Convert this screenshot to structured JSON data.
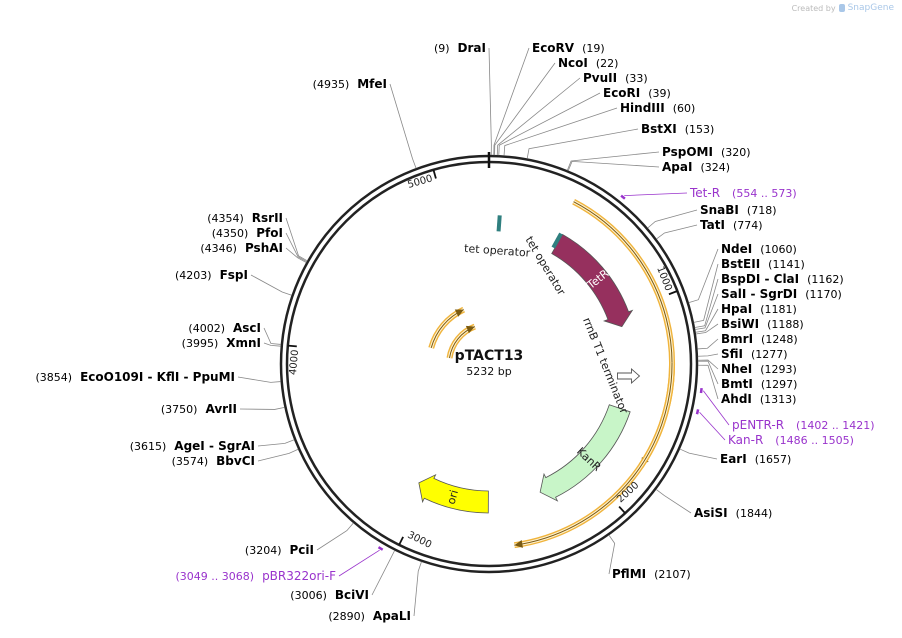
{
  "credit": {
    "prefix": "Created by",
    "brand": "SnapGene"
  },
  "plasmid": {
    "name": "pTACT13",
    "length_label": "5232 bp",
    "length": 5232
  },
  "ticks": [
    {
      "pos": 1000,
      "label": "1000"
    },
    {
      "pos": 2000,
      "label": "2000"
    },
    {
      "pos": 3000,
      "label": "3000"
    },
    {
      "pos": 4000,
      "label": "4000"
    },
    {
      "pos": 5000,
      "label": "5000"
    }
  ],
  "sites": [
    {
      "pos": 9,
      "enzyme": "DraI",
      "label": "(9)",
      "side": "left"
    },
    {
      "pos": 19,
      "enzyme": "EcoRV",
      "label": "(19)",
      "side": "right"
    },
    {
      "pos": 22,
      "enzyme": "NcoI",
      "label": "(22)",
      "side": "right"
    },
    {
      "pos": 33,
      "enzyme": "PvuII",
      "label": "(33)",
      "side": "right"
    },
    {
      "pos": 39,
      "enzyme": "EcoRI",
      "label": "(39)",
      "side": "right"
    },
    {
      "pos": 60,
      "enzyme": "HindIII",
      "label": "(60)",
      "side": "right"
    },
    {
      "pos": 153,
      "enzyme": "BstXI",
      "label": "(153)",
      "side": "right"
    },
    {
      "pos": 320,
      "enzyme": "PspOMI",
      "label": "(320)",
      "side": "right"
    },
    {
      "pos": 324,
      "enzyme": "ApaI",
      "label": "(324)",
      "side": "right"
    },
    {
      "pos": 718,
      "enzyme": "SnaBI",
      "label": "(718)",
      "side": "right"
    },
    {
      "pos": 774,
      "enzyme": "TatI",
      "label": "(774)",
      "side": "right"
    },
    {
      "pos": 1060,
      "enzyme": "NdeI",
      "label": "(1060)",
      "side": "right"
    },
    {
      "pos": 1141,
      "enzyme": "BstEII",
      "label": "(1141)",
      "side": "right"
    },
    {
      "pos": 1162,
      "enzyme": "BspDI - ClaI",
      "label": "(1162)",
      "side": "right"
    },
    {
      "pos": 1170,
      "enzyme": "SalI - SgrDI",
      "label": "(1170)",
      "side": "right"
    },
    {
      "pos": 1181,
      "enzyme": "HpaI",
      "label": "(1181)",
      "side": "right"
    },
    {
      "pos": 1188,
      "enzyme": "BsiWI",
      "label": "(1188)",
      "side": "right"
    },
    {
      "pos": 1248,
      "enzyme": "BmrI",
      "label": "(1248)",
      "side": "right"
    },
    {
      "pos": 1277,
      "enzyme": "SfiI",
      "label": "(1277)",
      "side": "right"
    },
    {
      "pos": 1293,
      "enzyme": "NheI",
      "label": "(1293)",
      "side": "right"
    },
    {
      "pos": 1297,
      "enzyme": "BmtI",
      "label": "(1297)",
      "side": "right"
    },
    {
      "pos": 1313,
      "enzyme": "AhdI",
      "label": "(1313)",
      "side": "right"
    },
    {
      "pos": 1657,
      "enzyme": "EarI",
      "label": "(1657)",
      "side": "right"
    },
    {
      "pos": 1844,
      "enzyme": "AsiSI",
      "label": "(1844)",
      "side": "right"
    },
    {
      "pos": 2107,
      "enzyme": "PflMI",
      "label": "(2107)",
      "side": "right"
    },
    {
      "pos": 2890,
      "enzyme": "ApaLI",
      "label": "(2890)",
      "side": "left"
    },
    {
      "pos": 3006,
      "enzyme": "BciVI",
      "label": "(3006)",
      "side": "left"
    },
    {
      "pos": 3204,
      "enzyme": "PciI",
      "label": "(3204)",
      "side": "left"
    },
    {
      "pos": 3574,
      "enzyme": "BbvCI",
      "label": "(3574)",
      "side": "left"
    },
    {
      "pos": 3615,
      "enzyme": "AgeI - SgrAI",
      "label": "(3615)",
      "side": "left"
    },
    {
      "pos": 3750,
      "enzyme": "AvrII",
      "label": "(3750)",
      "side": "left"
    },
    {
      "pos": 3854,
      "enzyme": "EcoO109I - KflI - PpuMI",
      "label": "(3854)",
      "side": "left"
    },
    {
      "pos": 3995,
      "enzyme": "XmnI",
      "label": "(3995)",
      "side": "left"
    },
    {
      "pos": 4002,
      "enzyme": "AscI",
      "label": "(4002)",
      "side": "left"
    },
    {
      "pos": 4203,
      "enzyme": "FspI",
      "label": "(4203)",
      "side": "left"
    },
    {
      "pos": 4346,
      "enzyme": "PshAI",
      "label": "(4346)",
      "side": "left"
    },
    {
      "pos": 4350,
      "enzyme": "PfoI",
      "label": "(4350)",
      "side": "left"
    },
    {
      "pos": 4354,
      "enzyme": "RsrII",
      "label": "(4354)",
      "side": "left"
    },
    {
      "pos": 4935,
      "enzyme": "MfeI",
      "label": "(4935)",
      "side": "left"
    }
  ],
  "primers": [
    {
      "start": 554,
      "end": 573,
      "name": "Tet-R",
      "range": "(554 .. 573)"
    },
    {
      "start": 1402,
      "end": 1421,
      "name": "pENTR-R",
      "range": "(1402 .. 1421)"
    },
    {
      "start": 1486,
      "end": 1505,
      "name": "Kan-R",
      "range": "(1486 .. 1505)"
    },
    {
      "start": 3049,
      "end": 3068,
      "name": "pBR322ori-F",
      "range": "(3049 .. 3068)"
    }
  ],
  "features": [
    {
      "name": "TetR",
      "start": 430,
      "end": 1080,
      "color": "#96305e",
      "label_color": "#ffffff"
    },
    {
      "name": "KanR",
      "start": 1580,
      "end": 2300,
      "color": "#c8f5c8",
      "label_color": "#222222"
    },
    {
      "name": "ori",
      "start": 2620,
      "end": 3060,
      "color": "#ffff00",
      "label_color": "#222222"
    },
    {
      "name": "tet operator",
      "pos": 60,
      "color": "#2f7f7f",
      "label_color": "#222222"
    },
    {
      "name": "tet operator",
      "pos": 420,
      "color": "#2f7f7f",
      "label_color": "#222222"
    },
    {
      "name": "rrnB T1 terminator",
      "pos": 1380,
      "color": "#ffffff",
      "label_color": "#222222"
    }
  ],
  "orfs": [
    {
      "start": 400,
      "end": 1800
    },
    {
      "start": 1300,
      "end": 2500
    },
    {
      "start": 4050,
      "end": 4930
    },
    {
      "start": 4150,
      "end": 4870
    }
  ],
  "colors": {
    "backbone": "#222222",
    "primer": "#9933cc",
    "orf_edge": "#f0b43c",
    "orf_fill": "#fff1cf",
    "line": "#888888"
  }
}
